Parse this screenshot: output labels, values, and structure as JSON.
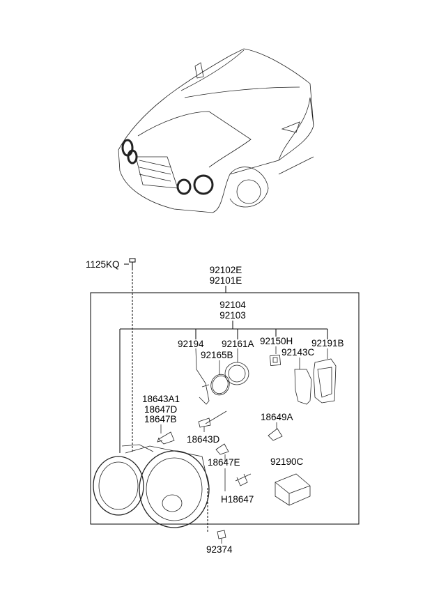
{
  "diagram": {
    "title_parts": [
      "92102E",
      "92101E"
    ],
    "sub_assembly": [
      "92104",
      "92103"
    ],
    "labels": {
      "bolt": "1125KQ",
      "p92194": "92194",
      "p92161A": "92161A",
      "p92150H": "92150H",
      "p92191B": "92191B",
      "p92165B": "92165B",
      "p92143C": "92143C",
      "p18643A1": "18643A1",
      "p18647D": "18647D",
      "p18647B": "18647B",
      "p18649A": "18649A",
      "p18643D": "18643D",
      "p18647E": "18647E",
      "p92190C": "92190C",
      "pH18647": "H18647",
      "p92374": "92374"
    }
  }
}
